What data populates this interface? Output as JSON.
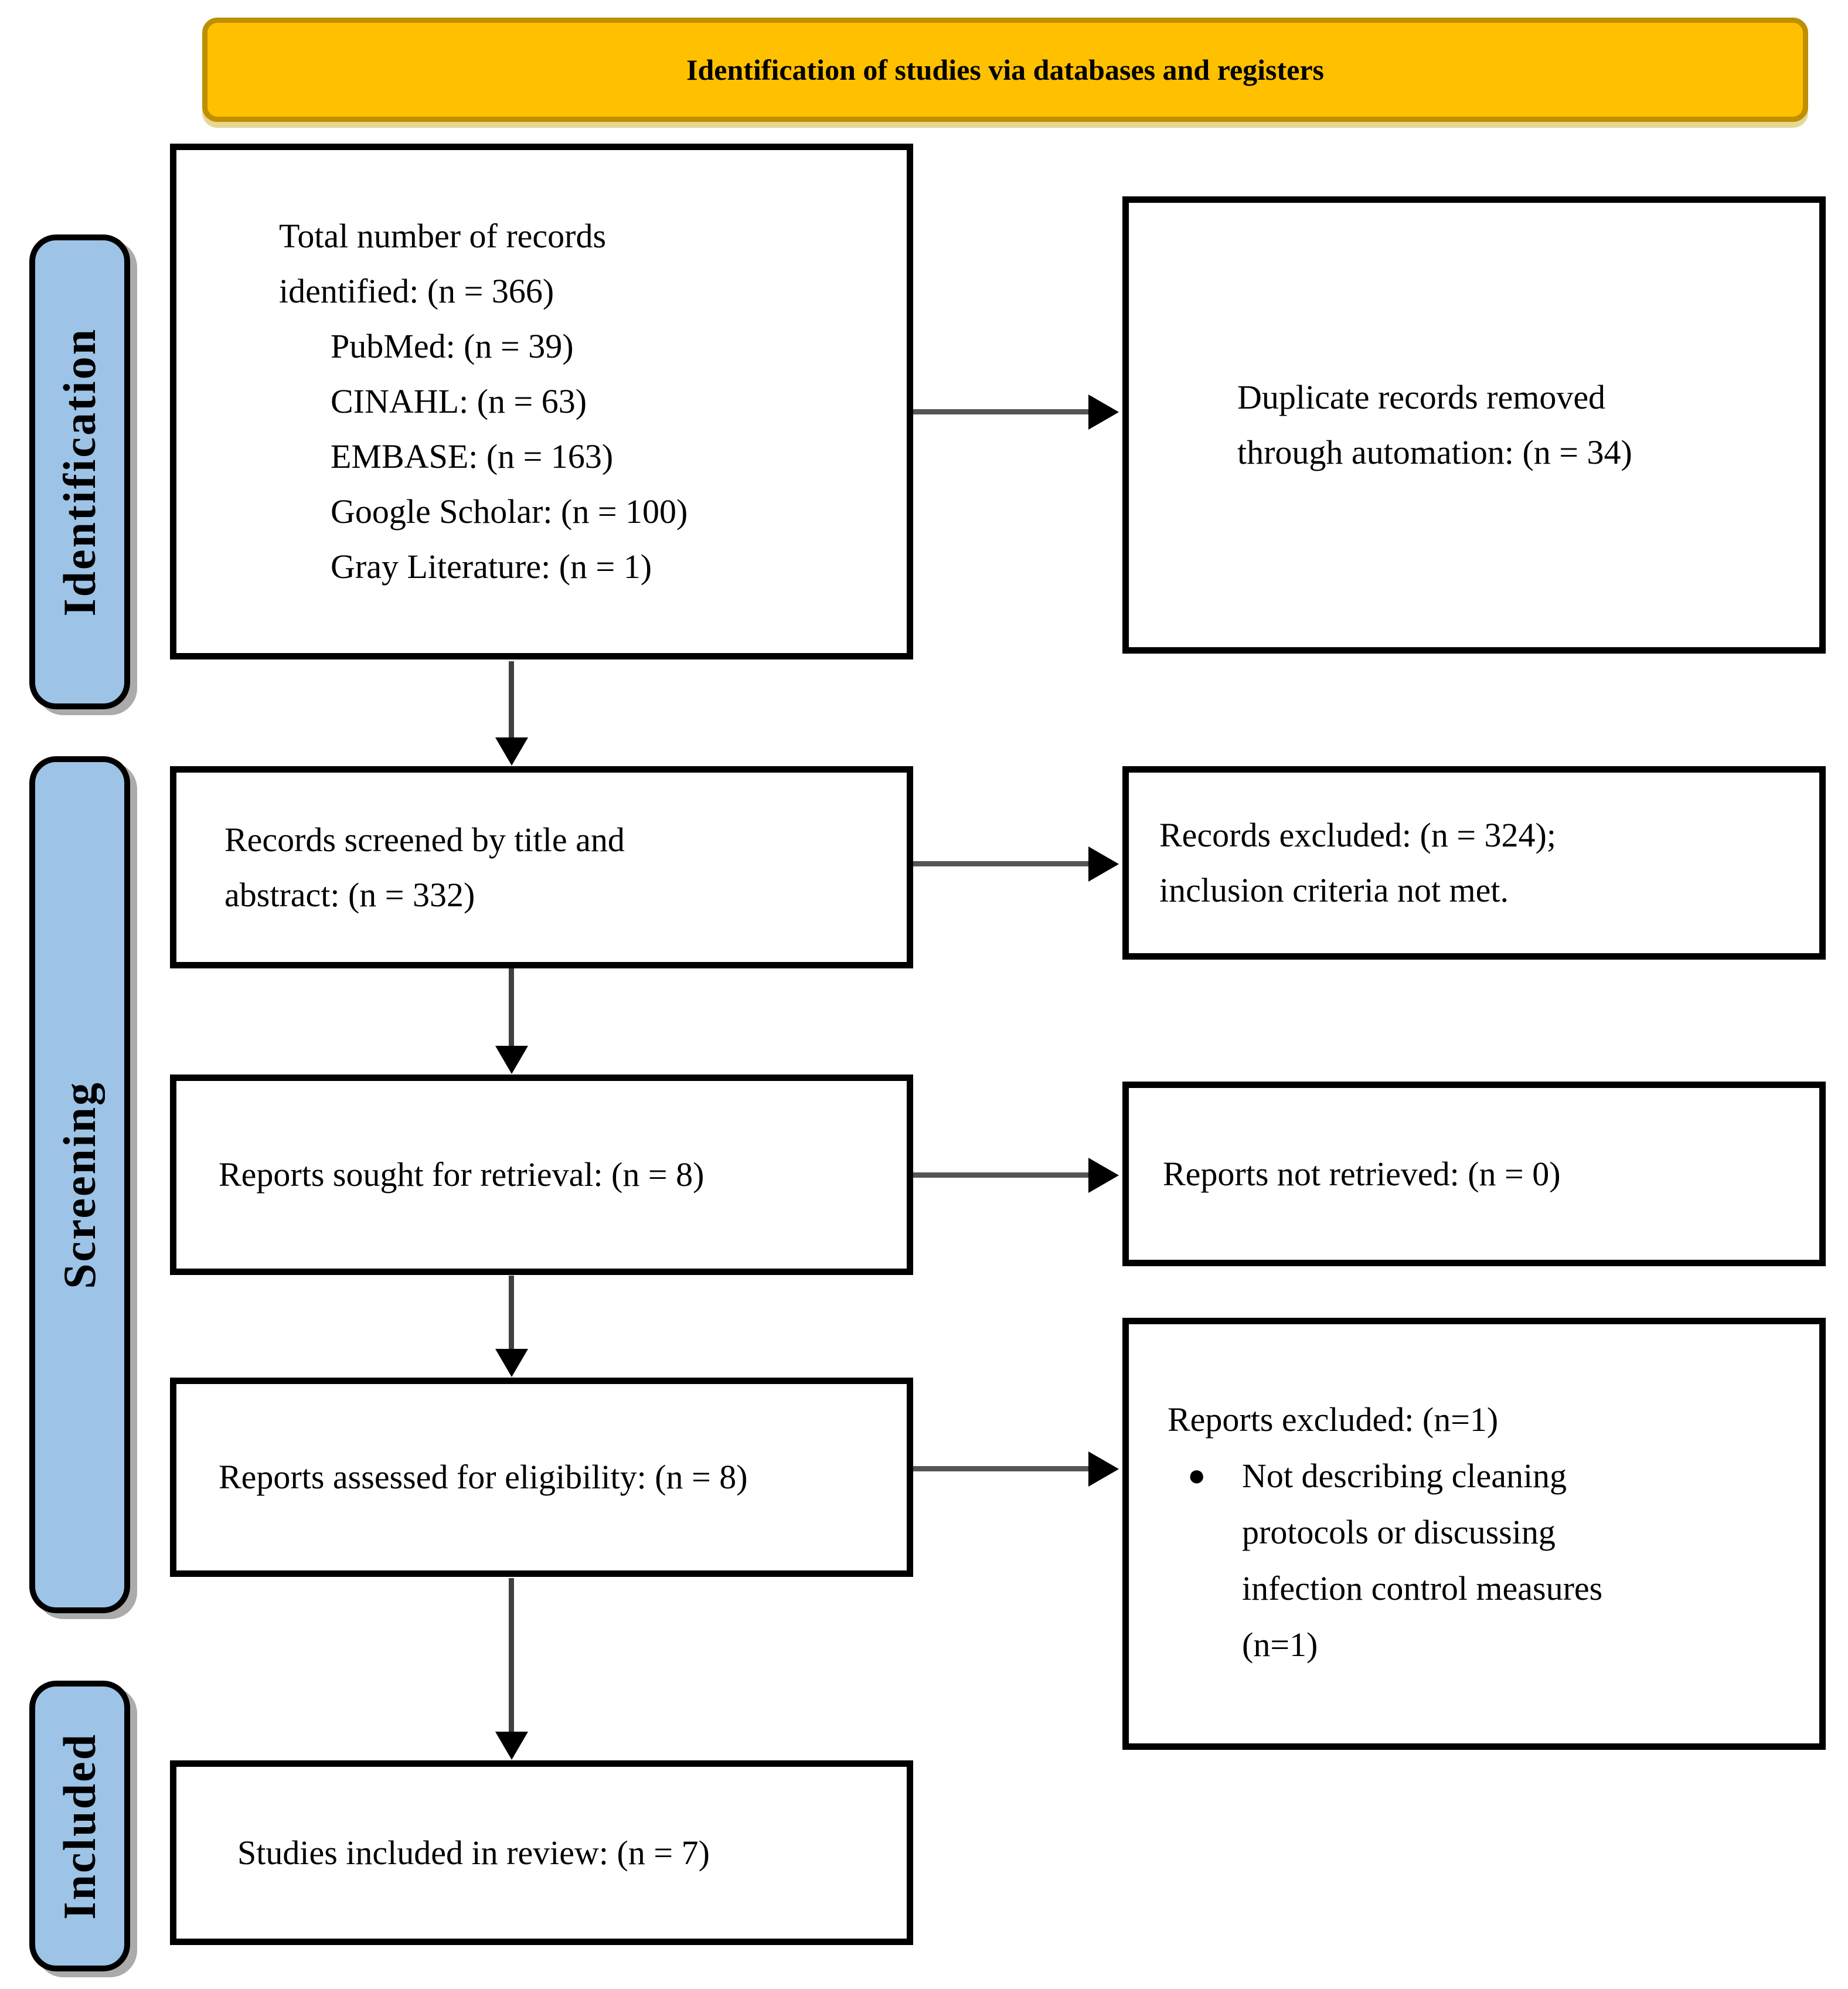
{
  "header": {
    "title": "Identification of studies via databases and registers"
  },
  "sidebar": {
    "stages": [
      {
        "label": "Identification"
      },
      {
        "label": "Screening"
      },
      {
        "label": "Included"
      }
    ]
  },
  "flow": {
    "identified_box": {
      "lines": [
        "Total number of records",
        "identified: (n = 366)"
      ],
      "sources": [
        "PubMed: (n = 39)",
        "CINAHL: (n = 63)",
        "EMBASE: (n = 163)",
        "Google Scholar: (n = 100)",
        "Gray Literature: (n = 1)"
      ]
    },
    "duplicates_box": {
      "lines": [
        "Duplicate records removed",
        "through automation: (n = 34)"
      ]
    },
    "screened_box": {
      "lines": [
        "Records screened by title and",
        "abstract: (n = 332)"
      ]
    },
    "records_excluded_box": {
      "lines": [
        "Records excluded: (n = 324);",
        "inclusion criteria not met."
      ]
    },
    "sought_box": {
      "label": "Reports sought for retrieval: (n = 8)"
    },
    "not_retrieved_box": {
      "label": "Reports not retrieved: (n = 0)"
    },
    "assessed_box": {
      "label": "Reports assessed for eligibility: (n = 8)"
    },
    "reports_excluded_box": {
      "title": "Reports excluded: (n=1)",
      "bullet": "●",
      "bullet_lines": [
        "Not describing cleaning",
        "protocols or discussing",
        "infection control measures",
        "(n=1)"
      ]
    },
    "included_box": {
      "label": "Studies included in review: (n = 7)"
    }
  },
  "colors": {
    "header_fill": "#FFC000",
    "header_border": "#BF8F00",
    "stage_fill": "#9DC3E6",
    "box_border": "#000000",
    "arrow": "#404040"
  }
}
